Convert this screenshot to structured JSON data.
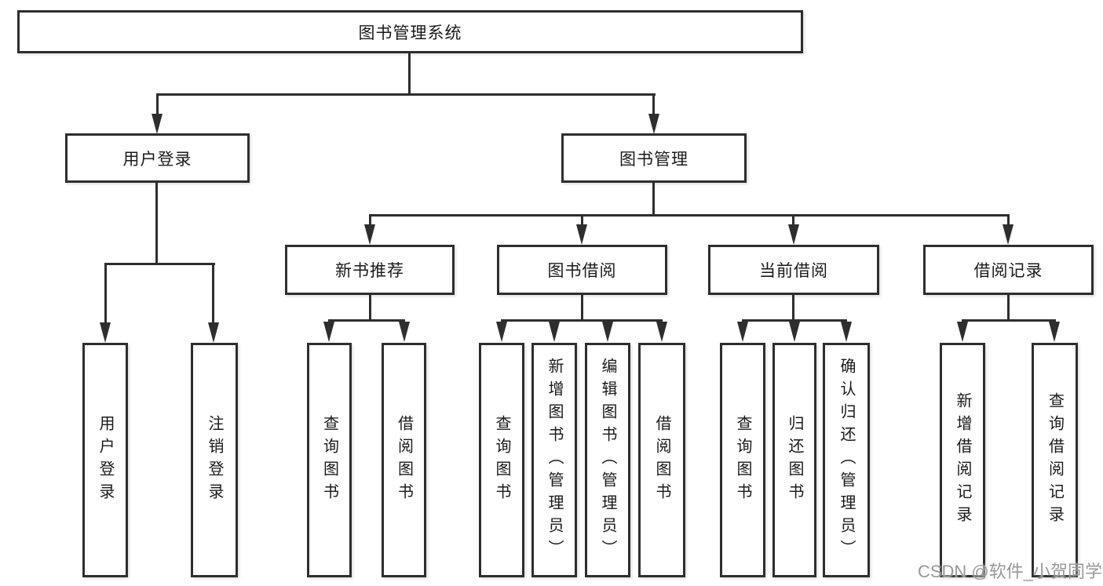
{
  "diagram": {
    "type": "hierarchy-tree",
    "tree": {
      "root": {
        "label": "图书管理系统"
      },
      "level2": [
        {
          "label": "用户登录",
          "children": [
            "用户登录",
            "注销登录"
          ]
        },
        {
          "label": "图书管理"
        }
      ],
      "level3": [
        {
          "label": "新书推荐",
          "children": [
            "查询图书",
            "借阅图书"
          ]
        },
        {
          "label": "图书借阅",
          "children": [
            "查询图书",
            "新增图书（管理员）",
            "编辑图书（管理员）",
            "借阅图书"
          ]
        },
        {
          "label": "当前借阅",
          "children": [
            "查询图书",
            "归还图书",
            "确认归还（管理员）"
          ]
        },
        {
          "label": "借阅记录",
          "children": [
            "新增借阅记录",
            "查询借阅记录"
          ]
        }
      ]
    },
    "colors": {
      "line": "#2e2e2e",
      "box_border": "#2e2e2e",
      "box_fill": "#ffffff",
      "text": "#1a1a1a",
      "watermark": "#999999"
    }
  },
  "watermark": "CSDN @软件_小贺同学"
}
